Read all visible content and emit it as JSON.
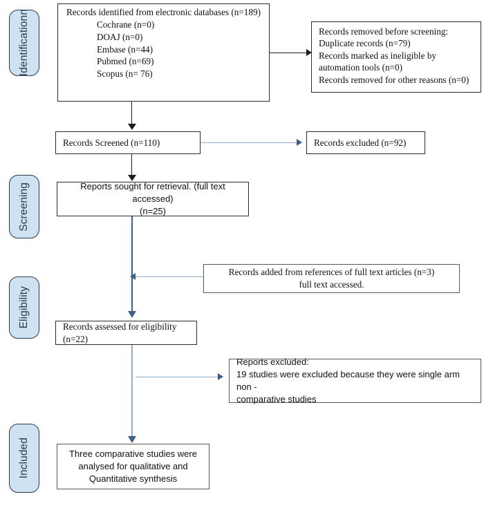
{
  "diagram": {
    "title": "PRISMA flow diagram",
    "colors": {
      "pill_fill": "#cfe2f3",
      "pill_border": "#2b3a4a",
      "box_border": "#2a2a2a",
      "arrow_dark": "#1c1c1c",
      "arrow_blue": "#3a6089",
      "arrow_light_blue": "#8fb0cc"
    }
  },
  "stages": [
    {
      "id": "identification",
      "label": "Identificationn"
    },
    {
      "id": "screening",
      "label": "Screening"
    },
    {
      "id": "eligibility",
      "label": "Eligibility"
    },
    {
      "id": "included",
      "label": "Included"
    }
  ],
  "boxes": {
    "records_identified": {
      "line1": "Records identified from electronic databases (n=189)",
      "sources": [
        "Cochrane (n=0)",
        "DOAJ (n=0)",
        "Embase (n=44)",
        "Pubmed (n=69)",
        "Scopus (n= 76)"
      ]
    },
    "records_removed": {
      "text": "Records removed before screening:\nDuplicate records (n=79)\nRecords marked as ineligible by automation tools (n=0)\nRecords removed for other reasons (n=0)"
    },
    "records_screened": {
      "text": "Records Screened (n=110)"
    },
    "records_excluded": {
      "text": "Records excluded (n=92)"
    },
    "reports_sought": {
      "text": "Reports sought for retrieval. (full text accessed)\n(n=25)"
    },
    "records_added": {
      "line1": "Records added from references of full text articles (n=3)",
      "line2": "full text accessed."
    },
    "records_assessed": {
      "text": "Records assessed for eligibility (n=22)"
    },
    "reports_excluded": {
      "text": "Reports excluded:\n19 studies were excluded because they were single arm non -\ncomparative studies"
    },
    "included_synthesis": {
      "text": "Three comparative studies were\nanalysed for qualitative and\nQuantitative synthesis"
    }
  },
  "connectors": [
    {
      "id": "identified-to-removed",
      "kind": "horizontal-right",
      "color": "#1c1c1c"
    },
    {
      "id": "identified-to-screened",
      "kind": "vertical-down",
      "color": "#1c1c1c"
    },
    {
      "id": "screened-to-excluded",
      "kind": "horizontal-right",
      "color": "#8fb0cc"
    },
    {
      "id": "screened-to-sought",
      "kind": "vertical-down",
      "color": "#1c1c1c"
    },
    {
      "id": "sought-to-assessed",
      "kind": "vertical-down",
      "color": "#3a6089"
    },
    {
      "id": "added-to-spine",
      "kind": "horizontal-left",
      "color": "#8fb0cc"
    },
    {
      "id": "assessed-to-reports-excluded",
      "kind": "horizontal-right",
      "color": "#8fb0cc"
    },
    {
      "id": "assessed-to-included",
      "kind": "vertical-down",
      "color": "#8fb0cc"
    }
  ]
}
